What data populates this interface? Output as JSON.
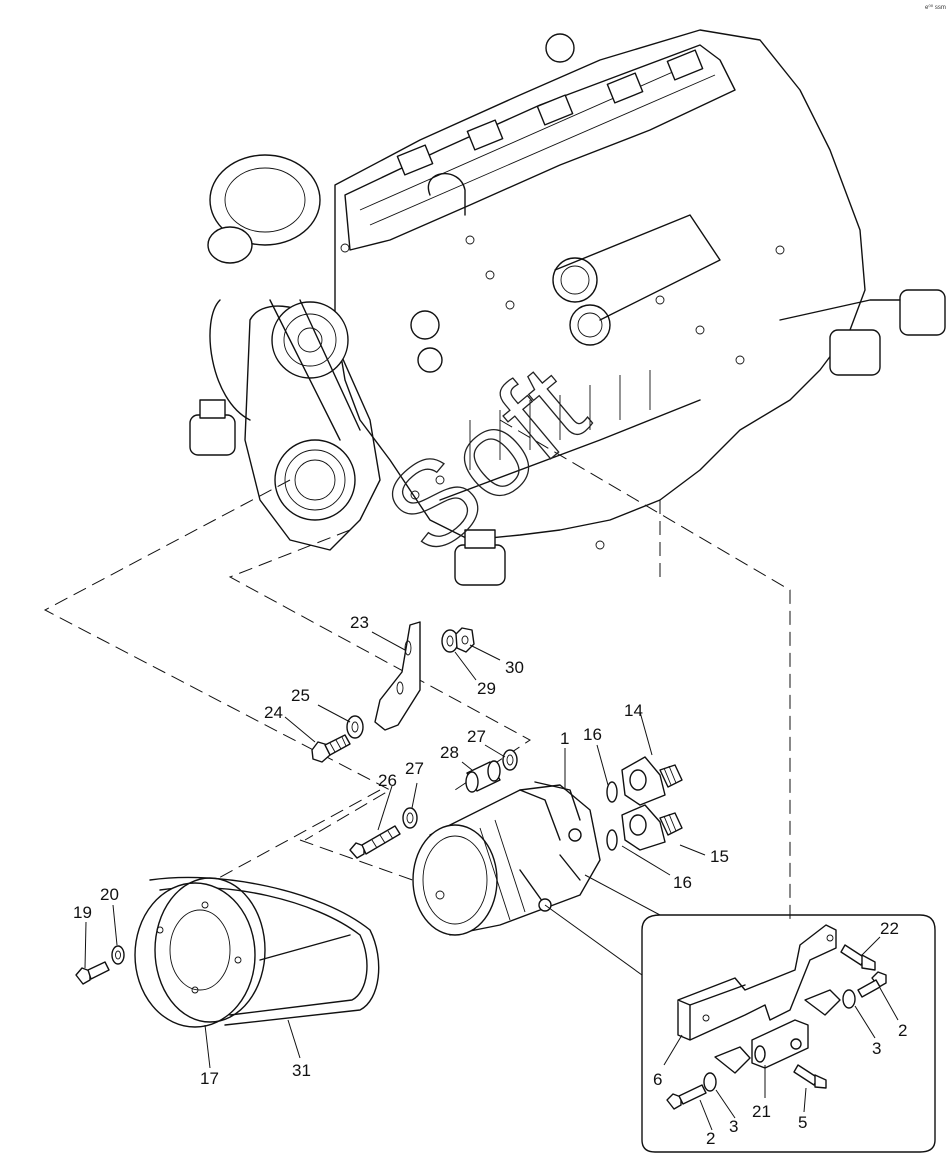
{
  "corner_code": "e⁰⁰ ssm",
  "watermark": "Soft",
  "callouts": [
    {
      "label": "1"
    },
    {
      "label": "14"
    },
    {
      "label": "15"
    },
    {
      "label": "16"
    },
    {
      "label": "16"
    },
    {
      "label": "23"
    },
    {
      "label": "30"
    },
    {
      "label": "29"
    },
    {
      "label": "25"
    },
    {
      "label": "24"
    },
    {
      "label": "27"
    },
    {
      "label": "28"
    },
    {
      "label": "26"
    },
    {
      "label": "27"
    },
    {
      "label": "20"
    },
    {
      "label": "19"
    },
    {
      "label": "17"
    },
    {
      "label": "31"
    },
    {
      "label": "22"
    },
    {
      "label": "2"
    },
    {
      "label": "3"
    },
    {
      "label": "6"
    },
    {
      "label": "21"
    },
    {
      "label": "5"
    },
    {
      "label": "2"
    },
    {
      "label": "3"
    }
  ]
}
